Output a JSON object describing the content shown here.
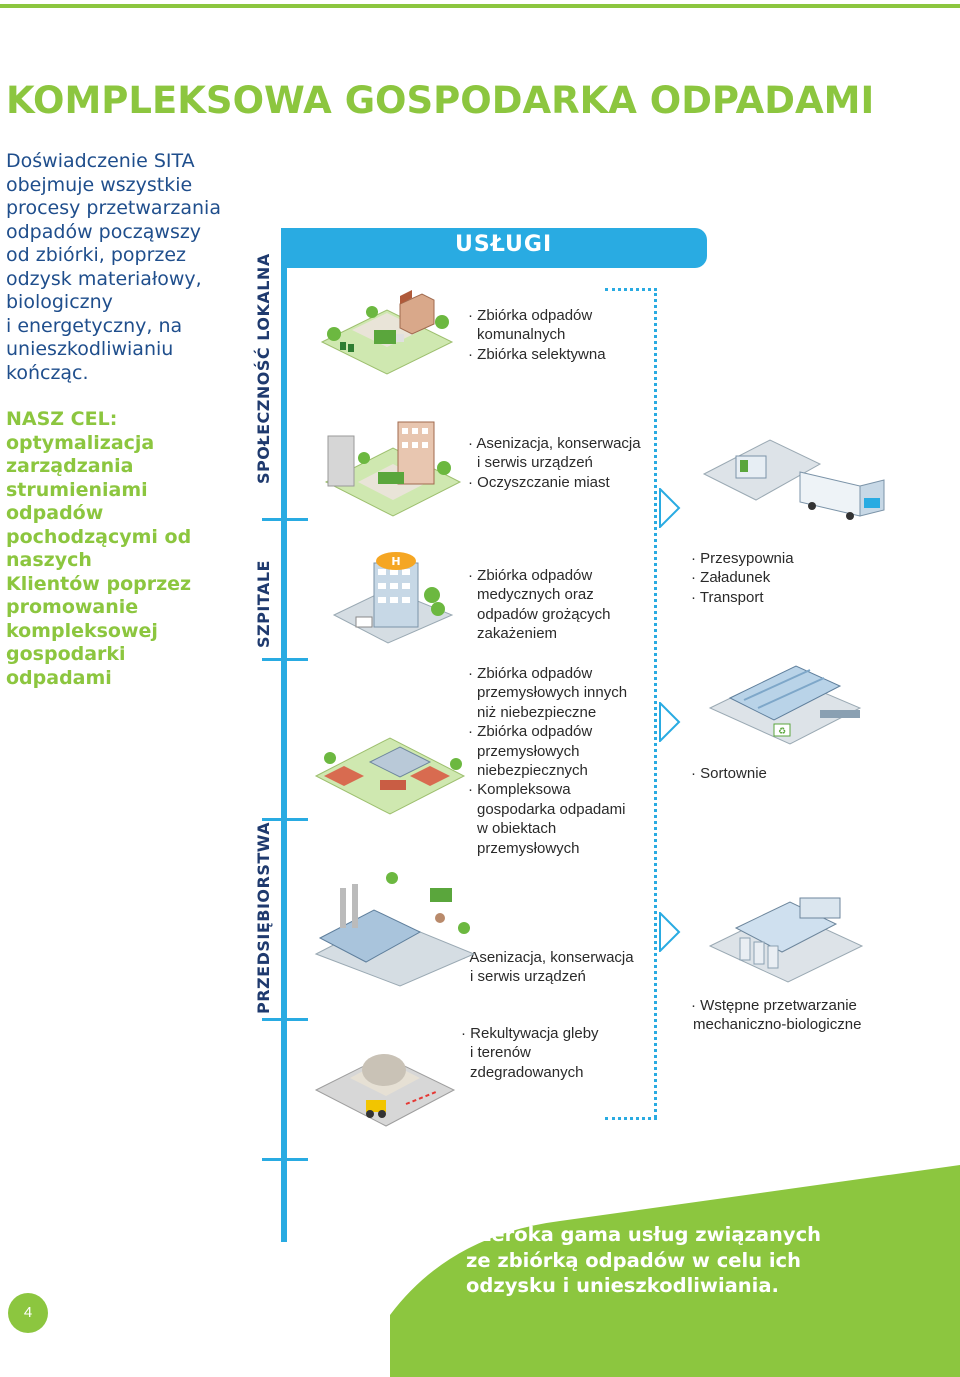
{
  "page": {
    "title": "KOMPLEKSOWA GOSPODARKA ODPADAMI",
    "intro_lines": [
      "Doświadczenie SITA",
      "obejmuje wszystkie",
      "procesy przetwarzania",
      "odpadów począwszy",
      "od zbiórki, poprzez",
      "odzysk materiałowy,",
      "biologiczny",
      "i energetyczny, na",
      "unieszkodliwianiu",
      "kończąc."
    ],
    "goal_lines": [
      "NASZ CEL:",
      "optymalizacja",
      "zarządzania",
      "strumieniami",
      "odpadów",
      "pochodzącymi od",
      "naszych",
      "Klientów poprzez",
      "promowanie",
      "kompleksowej",
      "gospodarki",
      "odpadami"
    ],
    "page_number": "4"
  },
  "colors": {
    "accent_green": "#8cc63f",
    "accent_blue": "#29abe2",
    "text_navy": "#1f4e8c",
    "label_navy": "#1f3a6e"
  },
  "timeline": {
    "categories": [
      {
        "label": "SPOŁECZNOŚĆ LOKALNA"
      },
      {
        "label": "SZPITALE"
      },
      {
        "label": "PRZEDSIĘBIORSTWA"
      }
    ]
  },
  "services": {
    "header": "USŁUGI",
    "groups": [
      {
        "lines": [
          "· Zbiórka odpadów",
          "  komunalnych",
          "· Zbiórka selektywna"
        ]
      },
      {
        "lines": [
          "· Asenizacja, konserwacja",
          "  i serwis urządzeń",
          "· Oczyszczanie miast"
        ]
      },
      {
        "lines": [
          "· Zbiórka odpadów",
          "  medycznych oraz",
          "  odpadów grożących",
          "  zakażeniem"
        ]
      },
      {
        "lines": [
          "· Zbiórka odpadów",
          "  przemysłowych innych",
          "  niż niebezpieczne",
          "· Zbiórka odpadów",
          "  przemysłowych",
          "  niebezpiecznych",
          "· Kompleksowa",
          "  gospodarka odpadami",
          "  w obiektach",
          "  przemysłowych"
        ]
      },
      {
        "lines": [
          "· Asenizacja, konserwacja",
          "  i serwis urządzeń"
        ]
      },
      {
        "lines": [
          "· Rekultywacja gleby",
          "  i terenów",
          "  zdegradowanych"
        ]
      }
    ]
  },
  "processing": [
    {
      "lines": [
        "· Przesypownia",
        "· Załadunek",
        "· Transport"
      ]
    },
    {
      "lines": [
        "· Sortownie"
      ]
    },
    {
      "lines": [
        "· Wstępne przetwarzanie",
        "  mechaniczno-biologiczne"
      ]
    }
  ],
  "bottom_banner": {
    "lines": [
      "Szeroka gama usług związanych",
      "ze zbiórką odpadów w celu ich",
      "odzysku i unieszkodliwiania."
    ]
  }
}
